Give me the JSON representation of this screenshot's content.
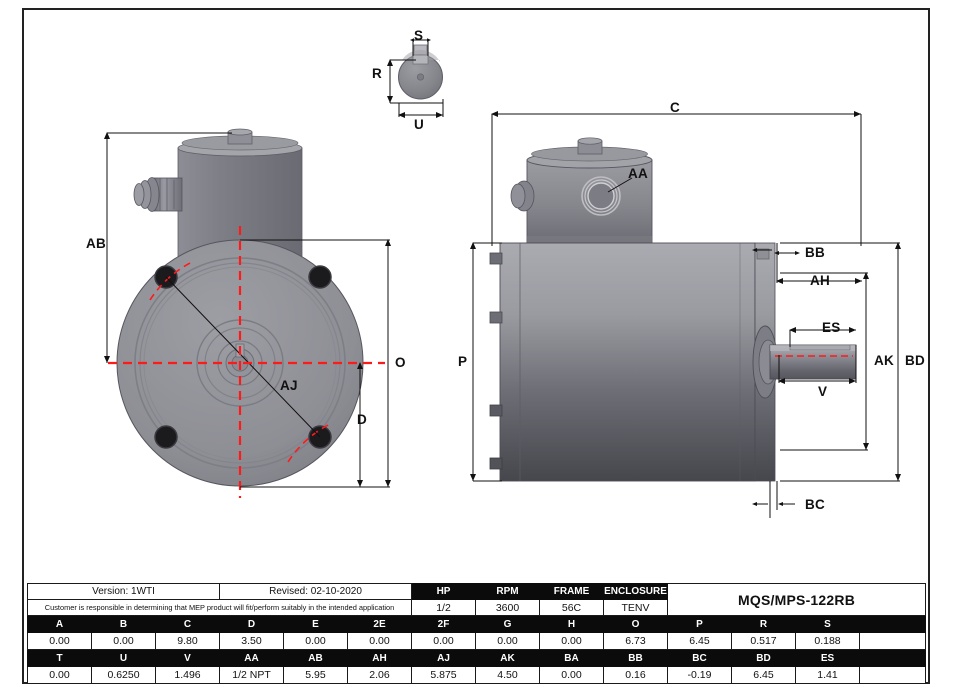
{
  "drawing": {
    "title": "MQS/MPS-122RB",
    "views": {
      "shaft_end_detail": {
        "name": "shaft-end-detail",
        "labels": [
          "S",
          "R",
          "U"
        ]
      },
      "front_view": {
        "name": "front-view",
        "labels": [
          "AB",
          "O",
          "D",
          "AJ"
        ]
      },
      "side_view": {
        "name": "side-view",
        "labels": [
          "C",
          "AA",
          "P",
          "BB",
          "AH",
          "ES",
          "V",
          "AK",
          "BD",
          "BC"
        ]
      }
    },
    "dimension_labels": {
      "S": "S",
      "R": "R",
      "U": "U",
      "AB": "AB",
      "O": "O",
      "D": "D",
      "AJ": "AJ",
      "C": "C",
      "AA": "AA",
      "P": "P",
      "BB": "BB",
      "AH": "AH",
      "ES": "ES",
      "V": "V",
      "AK": "AK",
      "BD": "BD",
      "BC": "BC"
    },
    "colors": {
      "body_light": "#a3a3ab",
      "body_dark": "#4b4b52",
      "flange": "#8e8e95",
      "centerline_red": "#ff1a1a",
      "line_black": "#111111",
      "header_black": "#0b0b0b"
    }
  },
  "table": {
    "version": "Version: 1WTI",
    "revised": "Revised: 02-10-2020",
    "disclaimer": "Customer is responsible in determining that MEP product will fit/perform suitably in the intended application",
    "model": "MQS/MPS-122RB",
    "spec_headers": [
      "HP",
      "RPM",
      "FRAME",
      "ENCLOSURE"
    ],
    "spec_values": [
      "1/2",
      "3600",
      "56C",
      "TENV"
    ],
    "row1_headers": [
      "A",
      "B",
      "C",
      "D",
      "E",
      "2E",
      "2F",
      "G",
      "H",
      "O",
      "P",
      "R",
      "S",
      ""
    ],
    "row1_values": [
      "0.00",
      "0.00",
      "9.80",
      "3.50",
      "0.00",
      "0.00",
      "0.00",
      "0.00",
      "0.00",
      "6.73",
      "6.45",
      "0.517",
      "0.188",
      ""
    ],
    "row2_headers": [
      "T",
      "U",
      "V",
      "AA",
      "AB",
      "AH",
      "AJ",
      "AK",
      "BA",
      "BB",
      "BC",
      "BD",
      "ES",
      ""
    ],
    "row2_values": [
      "0.00",
      "0.6250",
      "1.496",
      "1/2 NPT",
      "5.95",
      "2.06",
      "5.875",
      "4.50",
      "0.00",
      "0.16",
      "-0.19",
      "6.45",
      "1.41",
      ""
    ]
  }
}
